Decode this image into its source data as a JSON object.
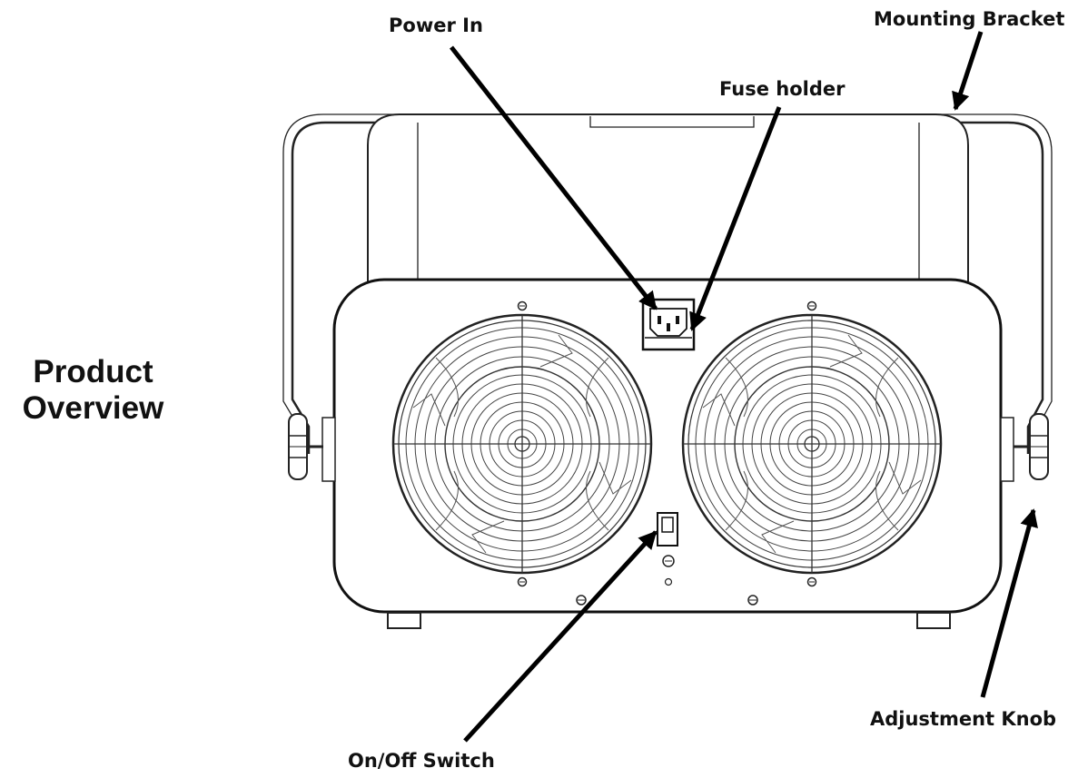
{
  "title": {
    "line1": "Product",
    "line2": "Overview"
  },
  "callouts": {
    "power_in": "Power In",
    "fuse_holder": "Fuse holder",
    "mounting_bracket": "Mounting Bracket",
    "on_off_switch": "On/Off Switch",
    "adjustment_knob": "Adjustment Knob"
  },
  "colors": {
    "line": "#1a1a1a",
    "arrow": "#000000",
    "background": "#ffffff"
  }
}
